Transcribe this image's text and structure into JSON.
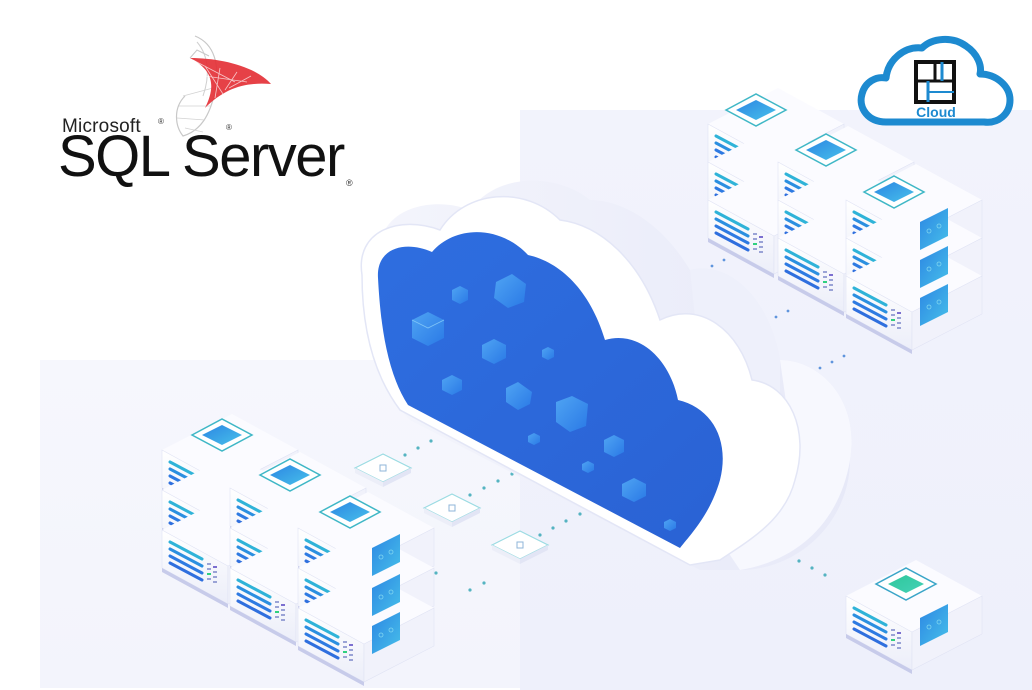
{
  "logos": {
    "sql_server": {
      "company": "Microsoft",
      "product": "SQL Server",
      "registered_mark": "®",
      "accent_color": "#d9262c"
    },
    "cloud_badge": {
      "label": "Cloud",
      "accent_color": "#1d8ad0"
    }
  },
  "illustration": {
    "subject": "isometric cloud with connected server racks",
    "cloud_fill_color": "#2f6fde",
    "server_screen_color": "#2c8ee0",
    "server_green_screen_color": "#36c9a0",
    "connector_dot_color": "#3aa9b7",
    "server_groups": [
      {
        "name": "left-server-stack",
        "columns": 3
      },
      {
        "name": "top-right-server-stack",
        "columns": 3
      },
      {
        "name": "bottom-right-server",
        "columns": 1
      }
    ],
    "node_tiles": 3
  }
}
